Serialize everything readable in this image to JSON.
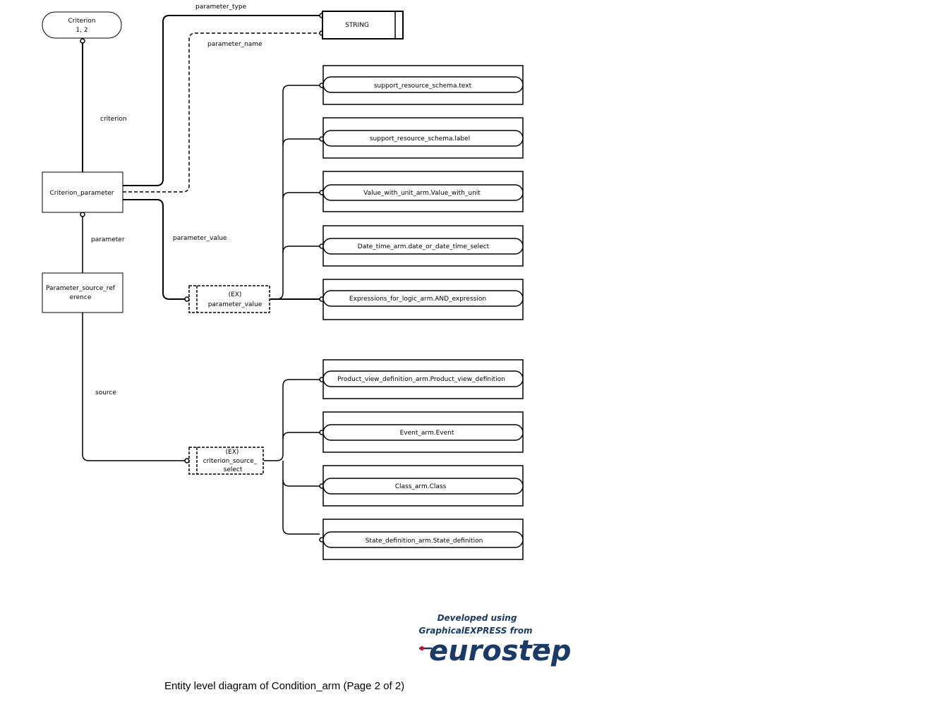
{
  "nodes": {
    "criterion_ref": {
      "line1": "Criterion",
      "line2": "1, 2"
    },
    "criterion_parameter": "Criterion_parameter",
    "parameter_source_reference": {
      "line1": "Parameter_source_ref",
      "line2": "erence"
    },
    "string_type": "STRING",
    "parameter_value_select": {
      "line1": "(EX)",
      "line2": "parameter_value"
    },
    "criterion_source_select": {
      "line1": "(EX)",
      "line2": "criterion_source_",
      "line3": "select"
    }
  },
  "parameter_value_items": [
    "support_resource_schema.text",
    "support_resource_schema.label",
    "Value_with_unit_arm.Value_with_unit",
    "Date_time_arm.date_or_date_time_select",
    "Expressions_for_logic_arm.AND_expression"
  ],
  "source_items": [
    "Product_view_definition_arm.Product_view_definition",
    "Event_arm.Event",
    "Class_arm.Class",
    "State_definition_arm.State_definition"
  ],
  "relations": {
    "parameter_type": "parameter_type",
    "parameter_name": "parameter_name",
    "criterion": "criterion",
    "parameter_value": "parameter_value",
    "parameter": "parameter",
    "source": "source"
  },
  "logo": {
    "line1": "Developed using",
    "line2": "GraphicalEXPRESS from",
    "brand": "eurostep"
  },
  "caption": "Entity level diagram of Condition_arm (Page 2 of 2)"
}
